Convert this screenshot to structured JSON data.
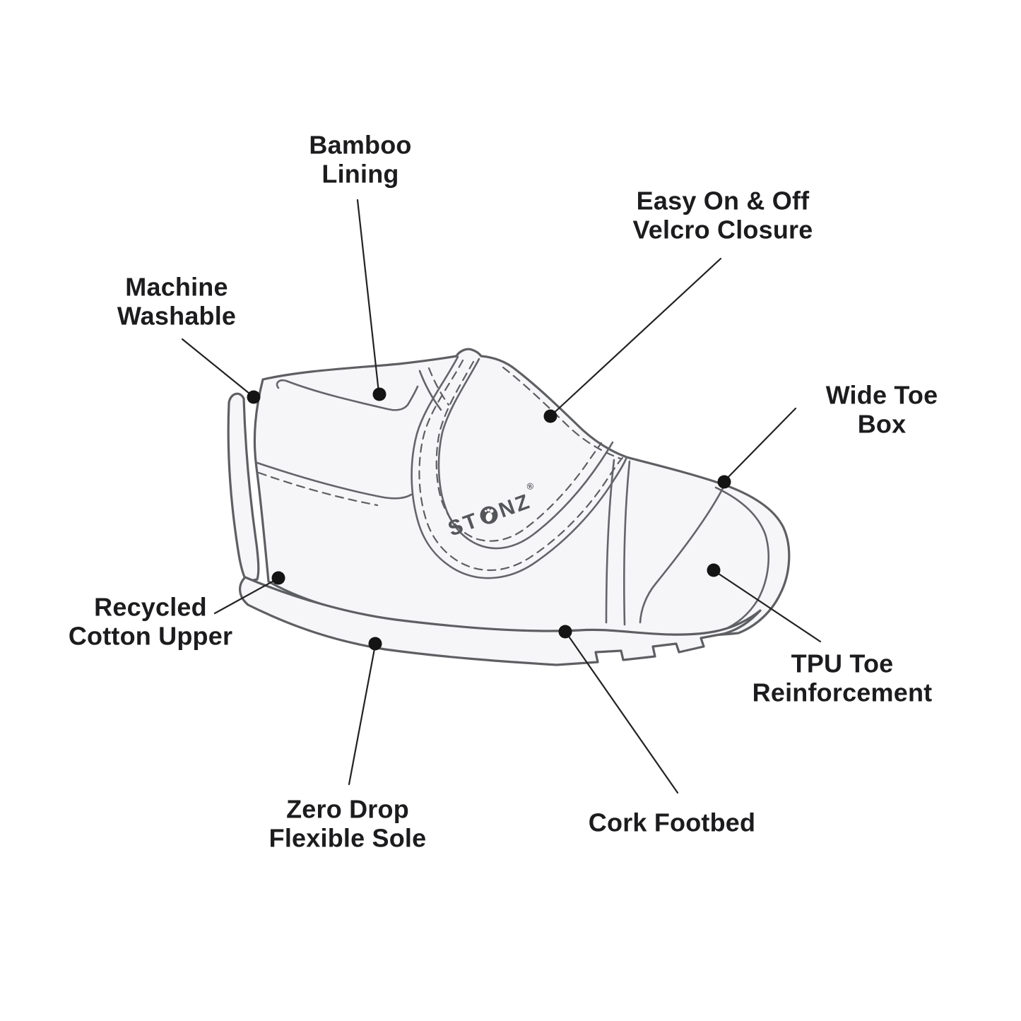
{
  "diagram": {
    "product": "STONZ baby shoe feature diagram"
  },
  "logo": {
    "st": "ST",
    "nz": "NZ",
    "registered": "®"
  },
  "labels": [
    {
      "id": "bamboo-lining",
      "text": "Bamboo\nLining"
    },
    {
      "id": "velcro-closure",
      "text": "Easy On & Off\nVelcro Closure"
    },
    {
      "id": "machine-washable",
      "text": "Machine\nWashable"
    },
    {
      "id": "wide-toe-box",
      "text": "Wide Toe Box"
    },
    {
      "id": "recycled-cotton",
      "text": "Recycled\nCotton Upper"
    },
    {
      "id": "tpu-toe",
      "text": "TPU Toe\nReinforcement"
    },
    {
      "id": "zero-drop-sole",
      "text": "Zero Drop\nFlexible Sole"
    },
    {
      "id": "cork-footbed",
      "text": "Cork Footbed"
    }
  ],
  "colors": {
    "background": "#ffffff",
    "outline": "#5e5f62",
    "shoe_fill": "#f6f6f8",
    "label_text": "#1c1c1e",
    "leader_line": "#222222",
    "dot": "#141414",
    "logo": "#55565a"
  }
}
